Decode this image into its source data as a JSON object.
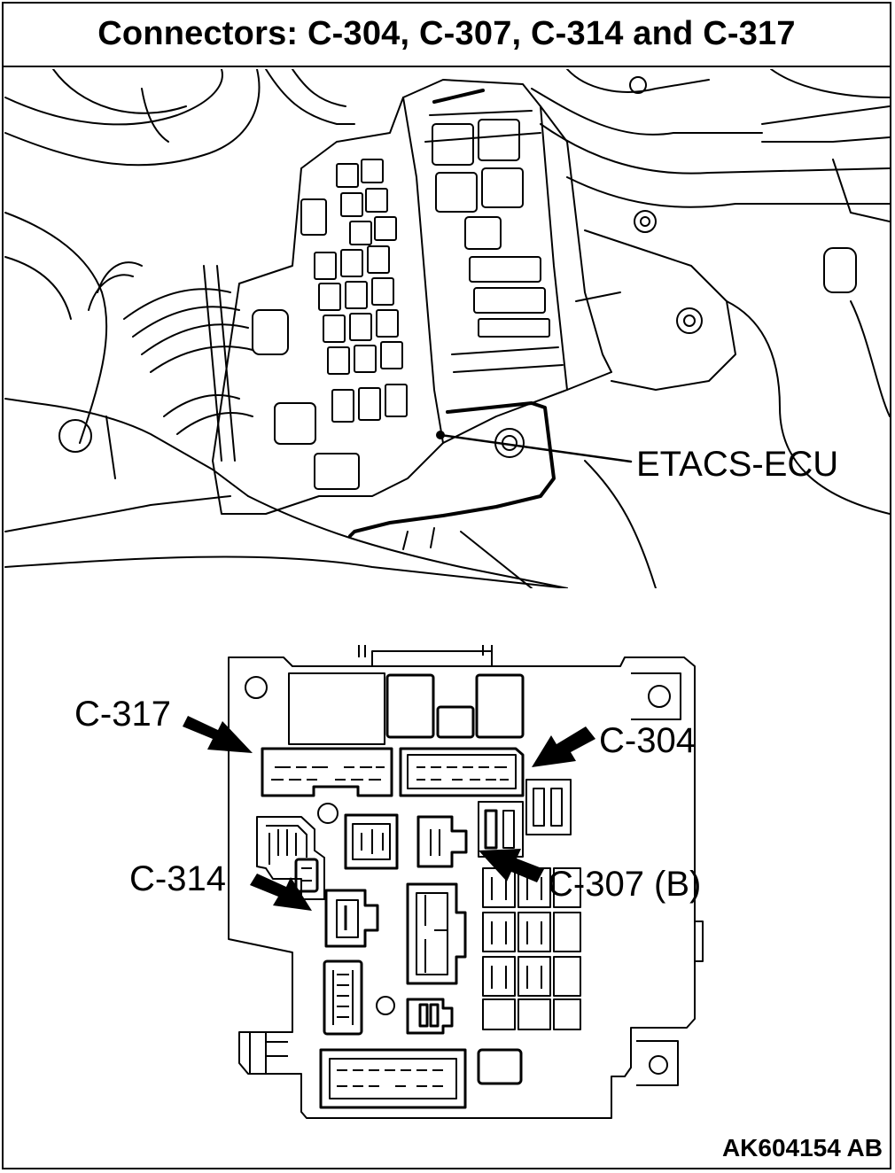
{
  "title": "Connectors:  C-304, C-307, C-314 and C-317",
  "labels": {
    "etacs": "ETACS-ECU",
    "c317": "C-317",
    "c304": "C-304",
    "c314": "C-314",
    "c307": "C-307 (B)"
  },
  "figure_id": "AK604154 AB",
  "colors": {
    "ink": "#000000",
    "paper": "#ffffff"
  }
}
